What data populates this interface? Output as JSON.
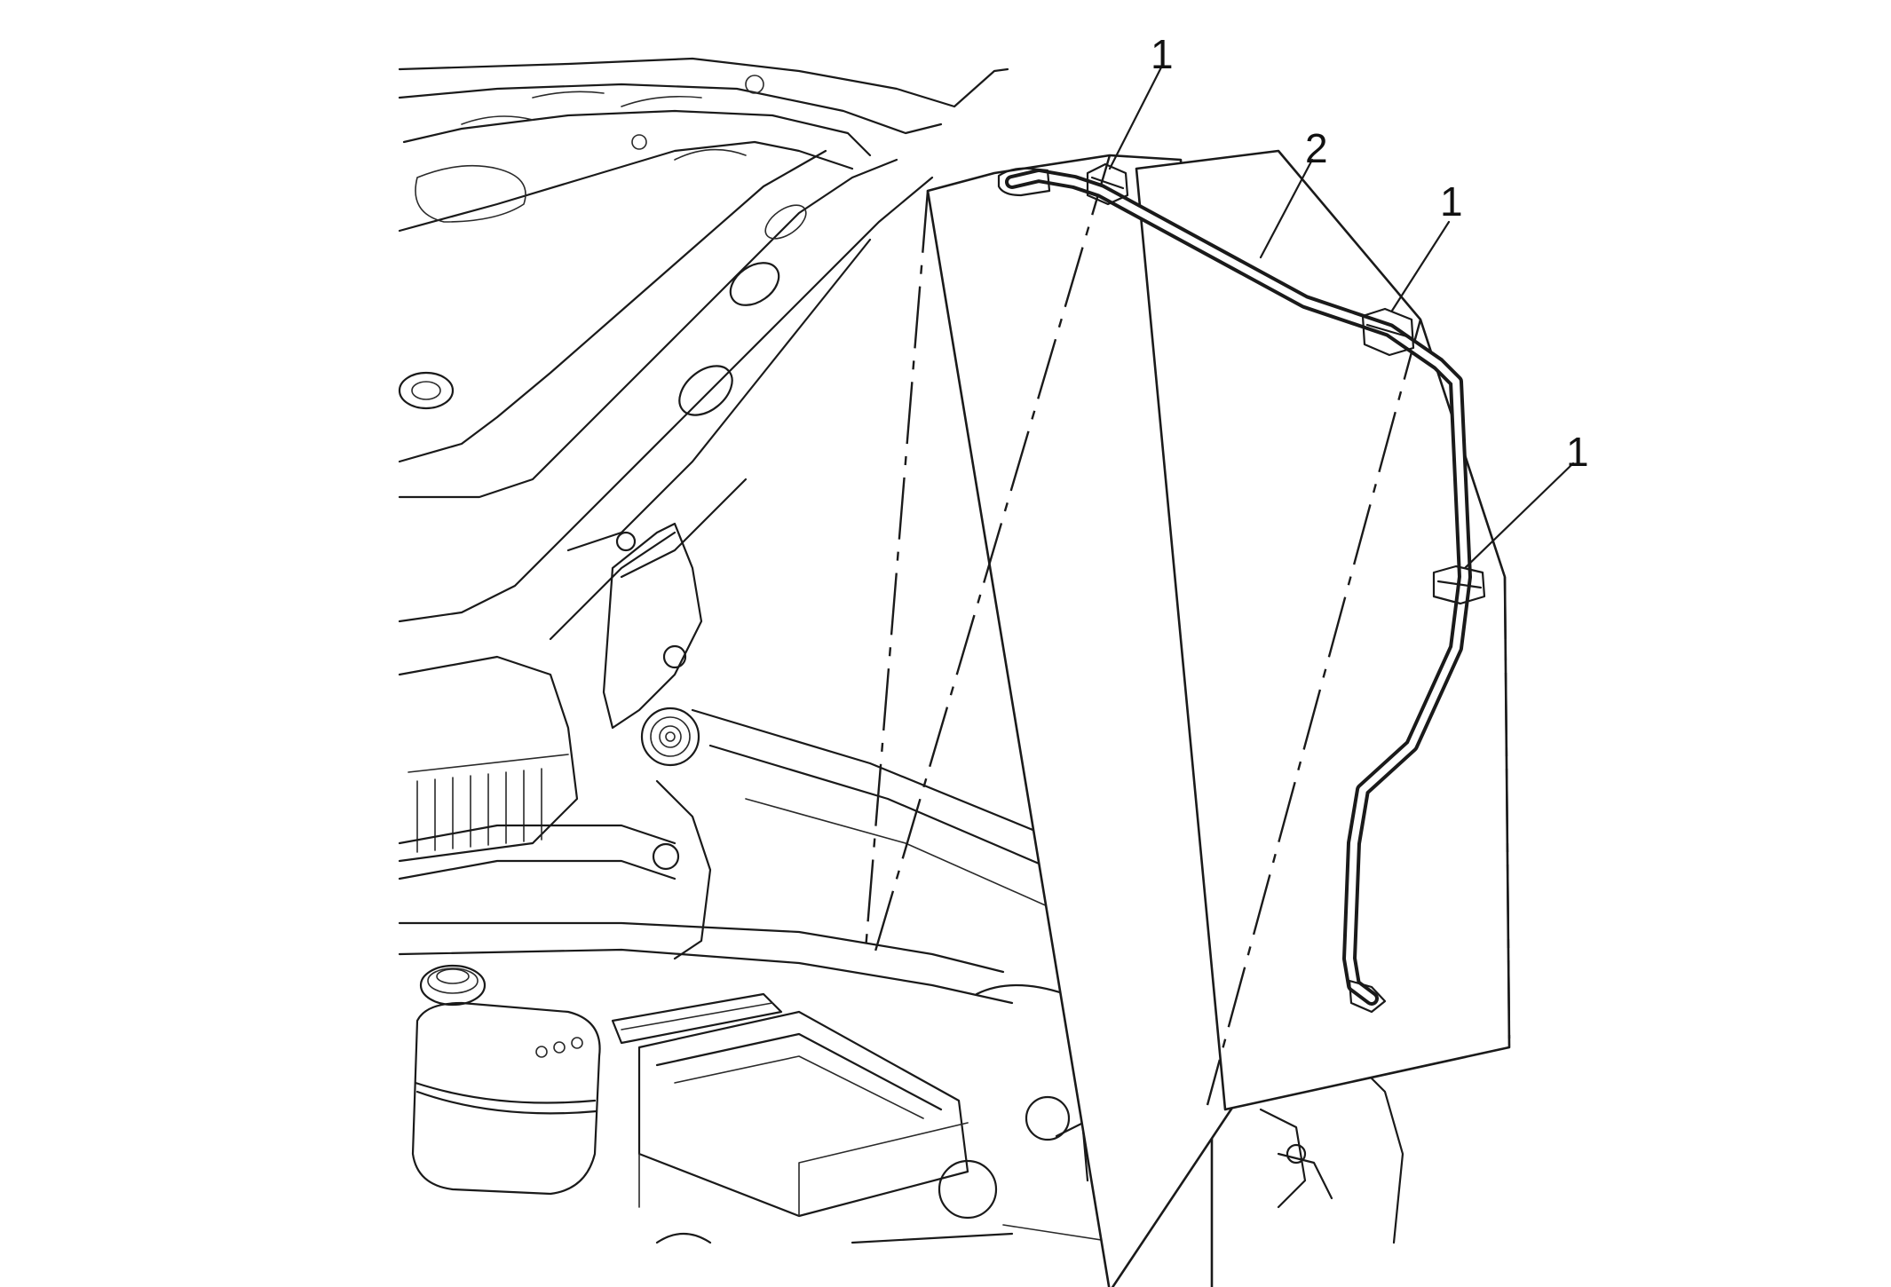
{
  "callouts": {
    "clip_top": "1",
    "hose": "2",
    "clip_middle": "1",
    "clip_lower": "1"
  },
  "colors": {
    "line": "#1a1a1a",
    "background": "#ffffff"
  },
  "icons": {
    "hose": "washer-hose",
    "clip": "hose-retaining-clip"
  }
}
